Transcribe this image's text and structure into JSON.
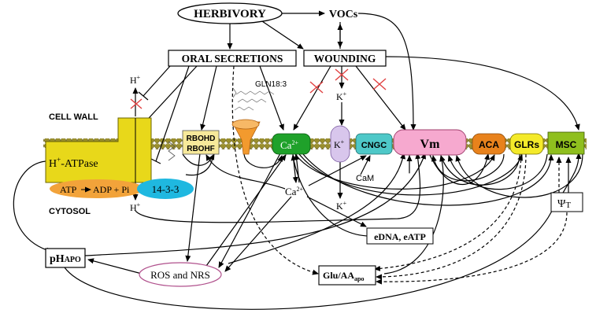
{
  "nodes": {
    "herbivory": "HERBIVORY",
    "vocs": "VOCs",
    "oral_secretions": "ORAL SECRETIONS",
    "wounding": "WOUNDING",
    "gln": "GLN18:3",
    "cell_wall": "CELL WALL",
    "cytosol": "CYTOSOL",
    "h_plus_top": "H",
    "h_plus_bottom": "H",
    "k_plus_top": "K",
    "k_plus_bottom": "K",
    "k_plus_channel": "K",
    "sup_plus": "+",
    "h_atpase": "H",
    "h_atpase_rest": "-ATPase",
    "atp": "ATP",
    "adp_pi": "ADP + Pi",
    "protein_1433": "14-3-3",
    "rbohd": "RBOHD",
    "rbohf": "RBOHF",
    "ca_channel": "Ca",
    "ca_sup": "2+",
    "ca_cyt": "Ca",
    "cngc": "CNGC",
    "cam": "CaM",
    "vm": "Vm",
    "aca": "ACA",
    "glrs": "GLRs",
    "msc": "MSC",
    "psi_t": "Ψ",
    "psi_sub": "T",
    "edna": "eDNA, eATP",
    "ph_apo": "pH",
    "ph_apo_sub": "APO",
    "ros": "ROS and NRS",
    "glu_aa": "Glu/AA",
    "glu_sub": "apo"
  },
  "colors": {
    "membrane_bead": "#9a8f2c",
    "h_atpase_fill": "#e8d81a",
    "atp_fill": "#f2a33a",
    "protein_1433_fill": "#1fb8e0",
    "rboh_fill": "#f7e99a",
    "ca_fill": "#1fa12a",
    "k_fill": "#d8c6ec",
    "cngc_fill": "#4ec8c8",
    "vm_fill": "#f6a9cf",
    "aca_fill": "#e8821c",
    "glrs_fill": "#f4ea2a",
    "msc_fill": "#8fbf1e",
    "ros_border": "#b0508c",
    "cross": "#e04040"
  }
}
